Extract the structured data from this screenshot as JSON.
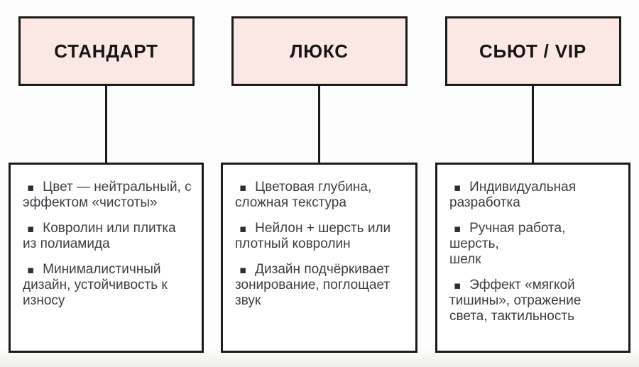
{
  "diagram": {
    "bullet_char": "▪",
    "colors": {
      "background": "#fdfdfd",
      "header_fill": "#fbe8e4",
      "border": "#1b1b1b",
      "header_text": "#161616",
      "body_text": "#3a3f44"
    },
    "columns": [
      {
        "id": "standard",
        "header": "СТАНДАРТ",
        "bullets": [
          "Цвет — нейтральный, с\nэффектом «чистоты»",
          "Ковролин или плитка\nиз полиамида",
          "Минималистичный\nдизайн, устойчивость к\nизносу"
        ]
      },
      {
        "id": "lux",
        "header": "ЛЮКС",
        "bullets": [
          "Цветовая глубина,\nсложная текстура",
          "Нейлон + шерсть или\nплотный ковролин",
          "Дизайн подчёркивает\nзонирование, поглощает\nзвук"
        ]
      },
      {
        "id": "suite-vip",
        "header": "СЬЮТ / VIP",
        "bullets": [
          "Индивидуальная\nразработка",
          "Ручная работа, шерсть,\nшелк",
          "Эффект «мягкой\nтишины», отражение\nсвета, тактильность"
        ]
      }
    ]
  }
}
